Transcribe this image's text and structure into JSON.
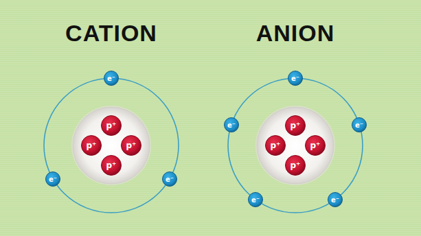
{
  "diagram": {
    "nodes": [
      {
        "text": [
          "CATION"
        ]
      },
      {
        "text": [
          "p⁺"
        ],
        "in": 0
      },
      {
        "text": [
          "p⁺"
        ],
        "in": 0
      },
      {
        "text": [
          "p⁺"
        ],
        "in": 0
      },
      {
        "text": [
          "p⁺"
        ],
        "in": 0
      },
      {
        "text": [
          "e⁻"
        ],
        "in": 0
      },
      {
        "text": [
          "e⁻"
        ],
        "in": 0
      },
      {
        "text": [
          "e⁻"
        ],
        "in": 0
      },
      {
        "text": [
          "ANION"
        ]
      },
      {
        "text": [
          "p⁺"
        ],
        "in": 8
      },
      {
        "text": [
          "p⁺"
        ],
        "in": 8
      },
      {
        "text": [
          "p⁺"
        ],
        "in": 8
      },
      {
        "text": [
          "p⁺"
        ],
        "in": 8
      },
      {
        "text": [
          "e⁻"
        ],
        "in": 8
      },
      {
        "text": [
          "e⁻"
        ],
        "in": 8
      },
      {
        "text": [
          "e⁻"
        ],
        "in": 8
      },
      {
        "text": [
          "e⁻"
        ],
        "in": 8
      },
      {
        "text": [
          "e⁻"
        ],
        "in": 8
      }
    ]
  }
}
